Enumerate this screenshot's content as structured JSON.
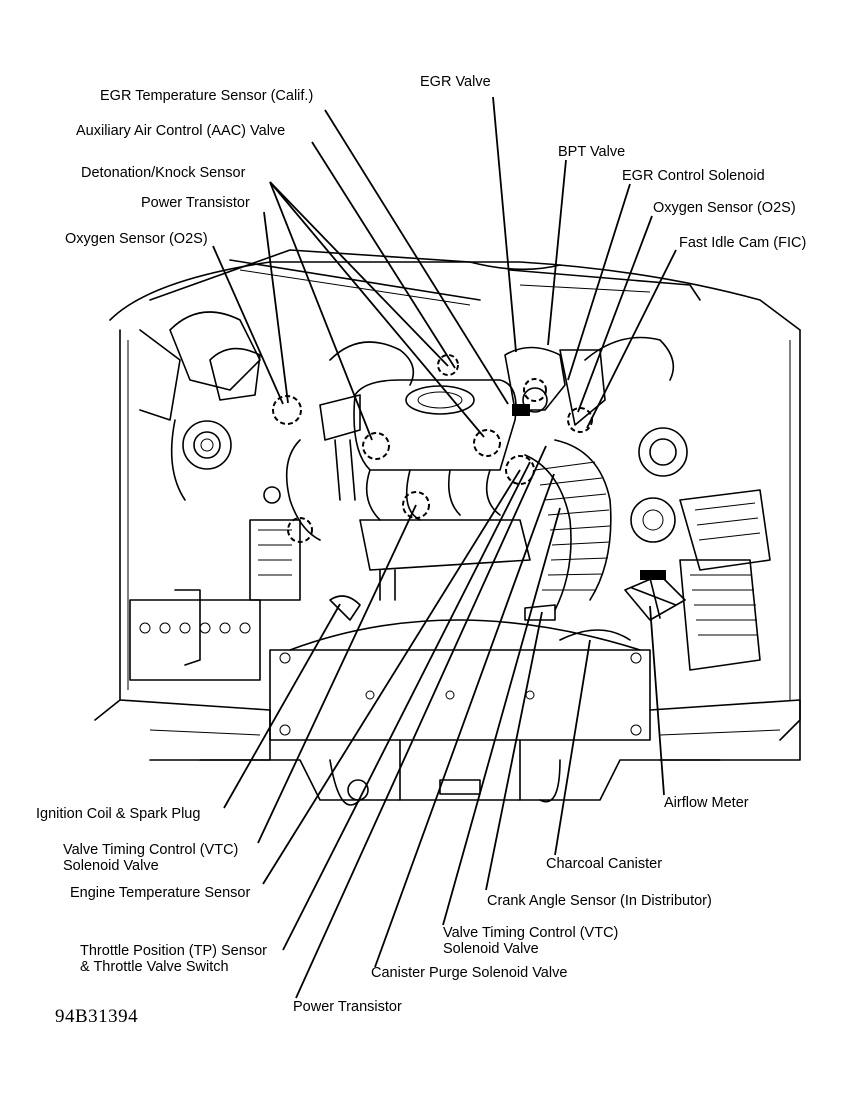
{
  "labels": {
    "egr_temp_sensor": "EGR Temperature Sensor (Calif.)",
    "aac_valve": "Auxiliary Air Control (AAC) Valve",
    "knock_sensor": "Detonation/Knock Sensor",
    "power_transistor_top": "Power Transistor",
    "o2s_left": "Oxygen Sensor (O2S)",
    "egr_valve": "EGR Valve",
    "bpt_valve": "BPT Valve",
    "egr_control_solenoid": "EGR Control Solenoid",
    "o2s_right": "Oxygen Sensor (O2S)",
    "fast_idle_cam": "Fast Idle Cam (FIC)",
    "ignition_coil": "Ignition Coil & Spark Plug",
    "vtc_left_line1": "Valve Timing Control (VTC)",
    "vtc_left_line2": "Solenoid Valve",
    "engine_temp_sensor": "Engine Temperature Sensor",
    "tp_sensor_line1": "Throttle Position (TP) Sensor",
    "tp_sensor_line2": "& Throttle Valve Switch",
    "power_transistor_bottom": "Power Transistor",
    "airflow_meter": "Airflow Meter",
    "charcoal_canister": "Charcoal Canister",
    "crank_angle_sensor": "Crank Angle Sensor (In Distributor)",
    "vtc_right_line1": "Valve Timing Control (VTC)",
    "vtc_right_line2": "Solenoid Valve",
    "canister_purge": "Canister Purge Solenoid Valve"
  },
  "figure_code": "94B31394"
}
